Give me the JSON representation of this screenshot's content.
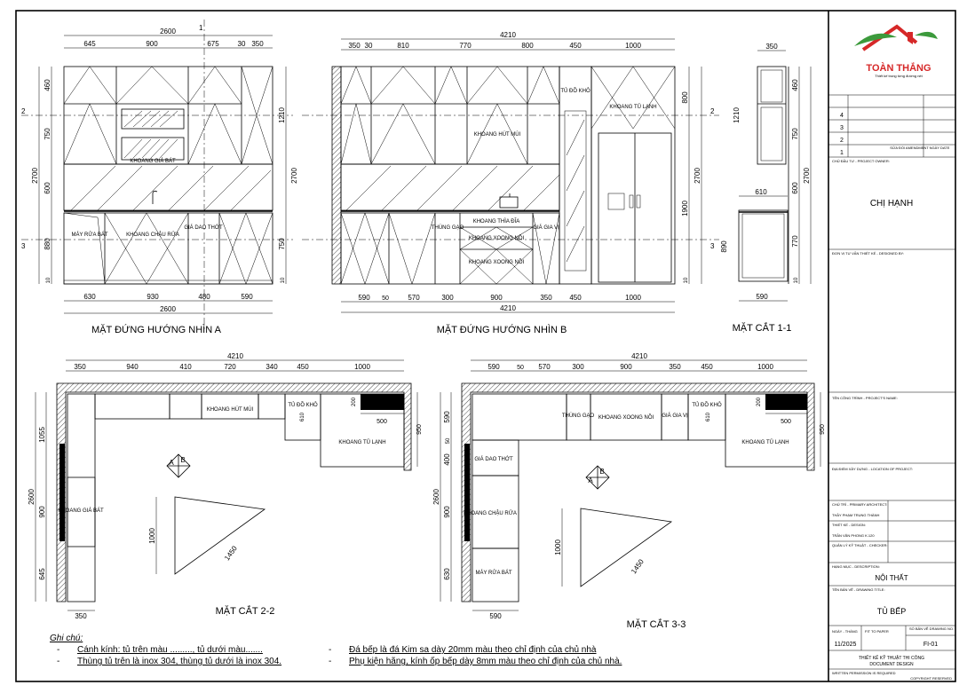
{
  "titles": {
    "elev_a": "MẶT ĐỨNG HƯỚNG NHÌN A",
    "elev_b": "MẶT ĐỨNG HƯỚNG NHÌN B",
    "sec11": "MẶT CẮT 1-1",
    "sec22": "MẶT CẮT 2-2",
    "sec33": "MẶT CẮT 3-3"
  },
  "elev_a": {
    "top_total": "2600",
    "top_segments": [
      "645",
      "900",
      "675",
      "30",
      "350"
    ],
    "bottom_segments": [
      "630",
      "930",
      "480",
      "590"
    ],
    "bottom_total": "2600",
    "left_dims": [
      "460",
      "750",
      "600",
      "880",
      "10"
    ],
    "left_total": "2700",
    "right_dims": [
      "1210",
      "2700",
      "750",
      "10"
    ],
    "labels": {
      "gia_bat": "KHOANG GIÁ BÁT",
      "may_rua_bat": "MÁY RỬA BÁT",
      "chau_rua": "KHOANG CHẬU RỬA",
      "gia_dao_thot": "GIÁ DAO THỚT"
    },
    "section_marks": [
      "1",
      "2",
      "3"
    ]
  },
  "elev_b": {
    "top_total": "4210",
    "top_segments": [
      "350",
      "30",
      "810",
      "770",
      "800",
      "450",
      "1000"
    ],
    "bottom_segments": [
      "590",
      "50",
      "570",
      "300",
      "900",
      "350",
      "450",
      "1000"
    ],
    "bottom_total": "4210",
    "right_dims": [
      "800",
      "2700",
      "1900",
      "10"
    ],
    "labels": {
      "tu_do_kho": "TỦ ĐỒ KHÔ",
      "khoang_tu_lanh": "KHOANG TỦ LẠNH",
      "hut_mui": "KHOANG HÚT MÙI",
      "thung_gao": "THÙNG GẠO",
      "thia_dia": "KHOANG THÌA ĐĨA",
      "xoong_noi_1": "KHOANG XOONG NỒI",
      "xoong_noi_2": "KHOANG XOONG NỒI",
      "gia_vi": "GIÁ GIA VỊ"
    },
    "section_marks": [
      "2",
      "3"
    ]
  },
  "sec11": {
    "top": "350",
    "mid": "610",
    "bottom": "590",
    "left_dims": [
      "460",
      "750",
      "1210",
      "600",
      "770",
      "890",
      "10"
    ],
    "right_dims": [
      "2700"
    ]
  },
  "sec22": {
    "top_total": "4210",
    "top_segments": [
      "350",
      "940",
      "410",
      "720",
      "340",
      "450",
      "1000"
    ],
    "left_total": "2600",
    "left_dims": [
      "1055",
      "900",
      "645"
    ],
    "right_dim": "950",
    "small_dims": [
      "610",
      "200",
      "500"
    ],
    "bottom": "350",
    "triangle_a": "1000",
    "triangle_b": "1450",
    "labels": {
      "hut_mui": "KHOANG HÚT MÙI",
      "tu_do_kho": "TỦ ĐỒ KHÔ",
      "tu_lanh": "KHOANG TỦ LẠNH",
      "gia_bat": "KHOANG GIÁ BÁT"
    },
    "compass": [
      "A",
      "B"
    ]
  },
  "sec33": {
    "top_total": "4210",
    "top_segments": [
      "590",
      "50",
      "570",
      "300",
      "900",
      "350",
      "450",
      "1000"
    ],
    "left_total": "2600",
    "left_dims": [
      "590",
      "400",
      "50",
      "900",
      "630"
    ],
    "right_dim": "950",
    "small_dims": [
      "610",
      "200",
      "500"
    ],
    "bottom": "590",
    "triangle_a": "1000",
    "triangle_b": "1450",
    "labels": {
      "thung_gao": "THÙNG GẠO",
      "xoong_noi": "KHOANG XOONG NỒI",
      "gia_vi": "GIÁ GIA VỊ",
      "tu_do_kho": "TỦ ĐỒ KHÔ",
      "tu_lanh": "KHOANG TỦ LẠNH",
      "gia_dao_thot": "GIÁ DAO THỚT",
      "chau_rua": "KHOANG CHẬU RỬA",
      "may_rua_bat": "MÁY RỬA BÁT"
    },
    "compass": [
      "A",
      "B"
    ]
  },
  "notes": {
    "heading": "Ghi chú:",
    "left": [
      "Cánh kính: tủ trên màu ........., tủ dưới màu.......",
      "Thùng tủ trên là inox 304, thùng tủ dưới là inox 304."
    ],
    "right": [
      "Đá bếp là đá Kim sa dày 20mm màu theo chỉ định của chủ nhà",
      "Phụ kiện hãng, kính ốp bếp dày 8mm màu theo chỉ định của chủ nhà."
    ]
  },
  "title_block": {
    "logo_name": "TOÀN THẮNG",
    "logo_tagline": "Thiết kế trong từng đường nét",
    "revisions": [
      "4",
      "3",
      "2",
      "1"
    ],
    "rev_label": "SỬA ĐỔI AMENDMENT",
    "rev_date": "NGÀY DATE",
    "owner_label": "CHỦ ĐẦU TƯ - PROJECT OWNER:",
    "owner": "CHỊ HẠNH",
    "designer_label": "ĐƠN VỊ TƯ VẤN THIẾT KẾ - DESIGNED BY:",
    "project_label": "TÊN CÔNG TRÌNH - PROJECT'S NAME:",
    "location_label": "ĐỊA ĐIỂM XÂY DỰNG - LOCATION OF PROJECT:",
    "arch_label": "CHỦ TRÌ - PRIMARY ARCHITECT:",
    "arch": "THẦY PHẠM TRUNG THÀNH",
    "design_label": "THIẾT KẾ - DESIGN:",
    "design": "TRẦN VĂN PHONG K.120",
    "check_label": "QUẢN LÝ KỸ THUẬT - CHECKER:",
    "desc_label": "HẠNG MỤC - DESCRIPTION:",
    "desc": "NỘI THẤT",
    "title_label": "TÊN BẢN VẼ - DRAWING TITLE:",
    "title": "TỦ BẾP",
    "date_label": "NGÀY - THÁNG",
    "fit_label": "FIT TO PAPER",
    "drawing_no_label": "SỐ BẢN VẼ DRAWING NO.",
    "date": "11/2025",
    "drawing_no": "FI-01",
    "stage_1": "THIẾT KẾ KỸ THUẬT THI CÔNG",
    "stage_2": "DOCUMENT DESIGN",
    "permission": "WRITTEN PERMISSION IS REQUIRED",
    "copyright": "COPYRIGHT RESERVED"
  },
  "colors": {
    "logo_red": "#d62828",
    "logo_green": "#3c9a3c",
    "ink": "#000000"
  }
}
